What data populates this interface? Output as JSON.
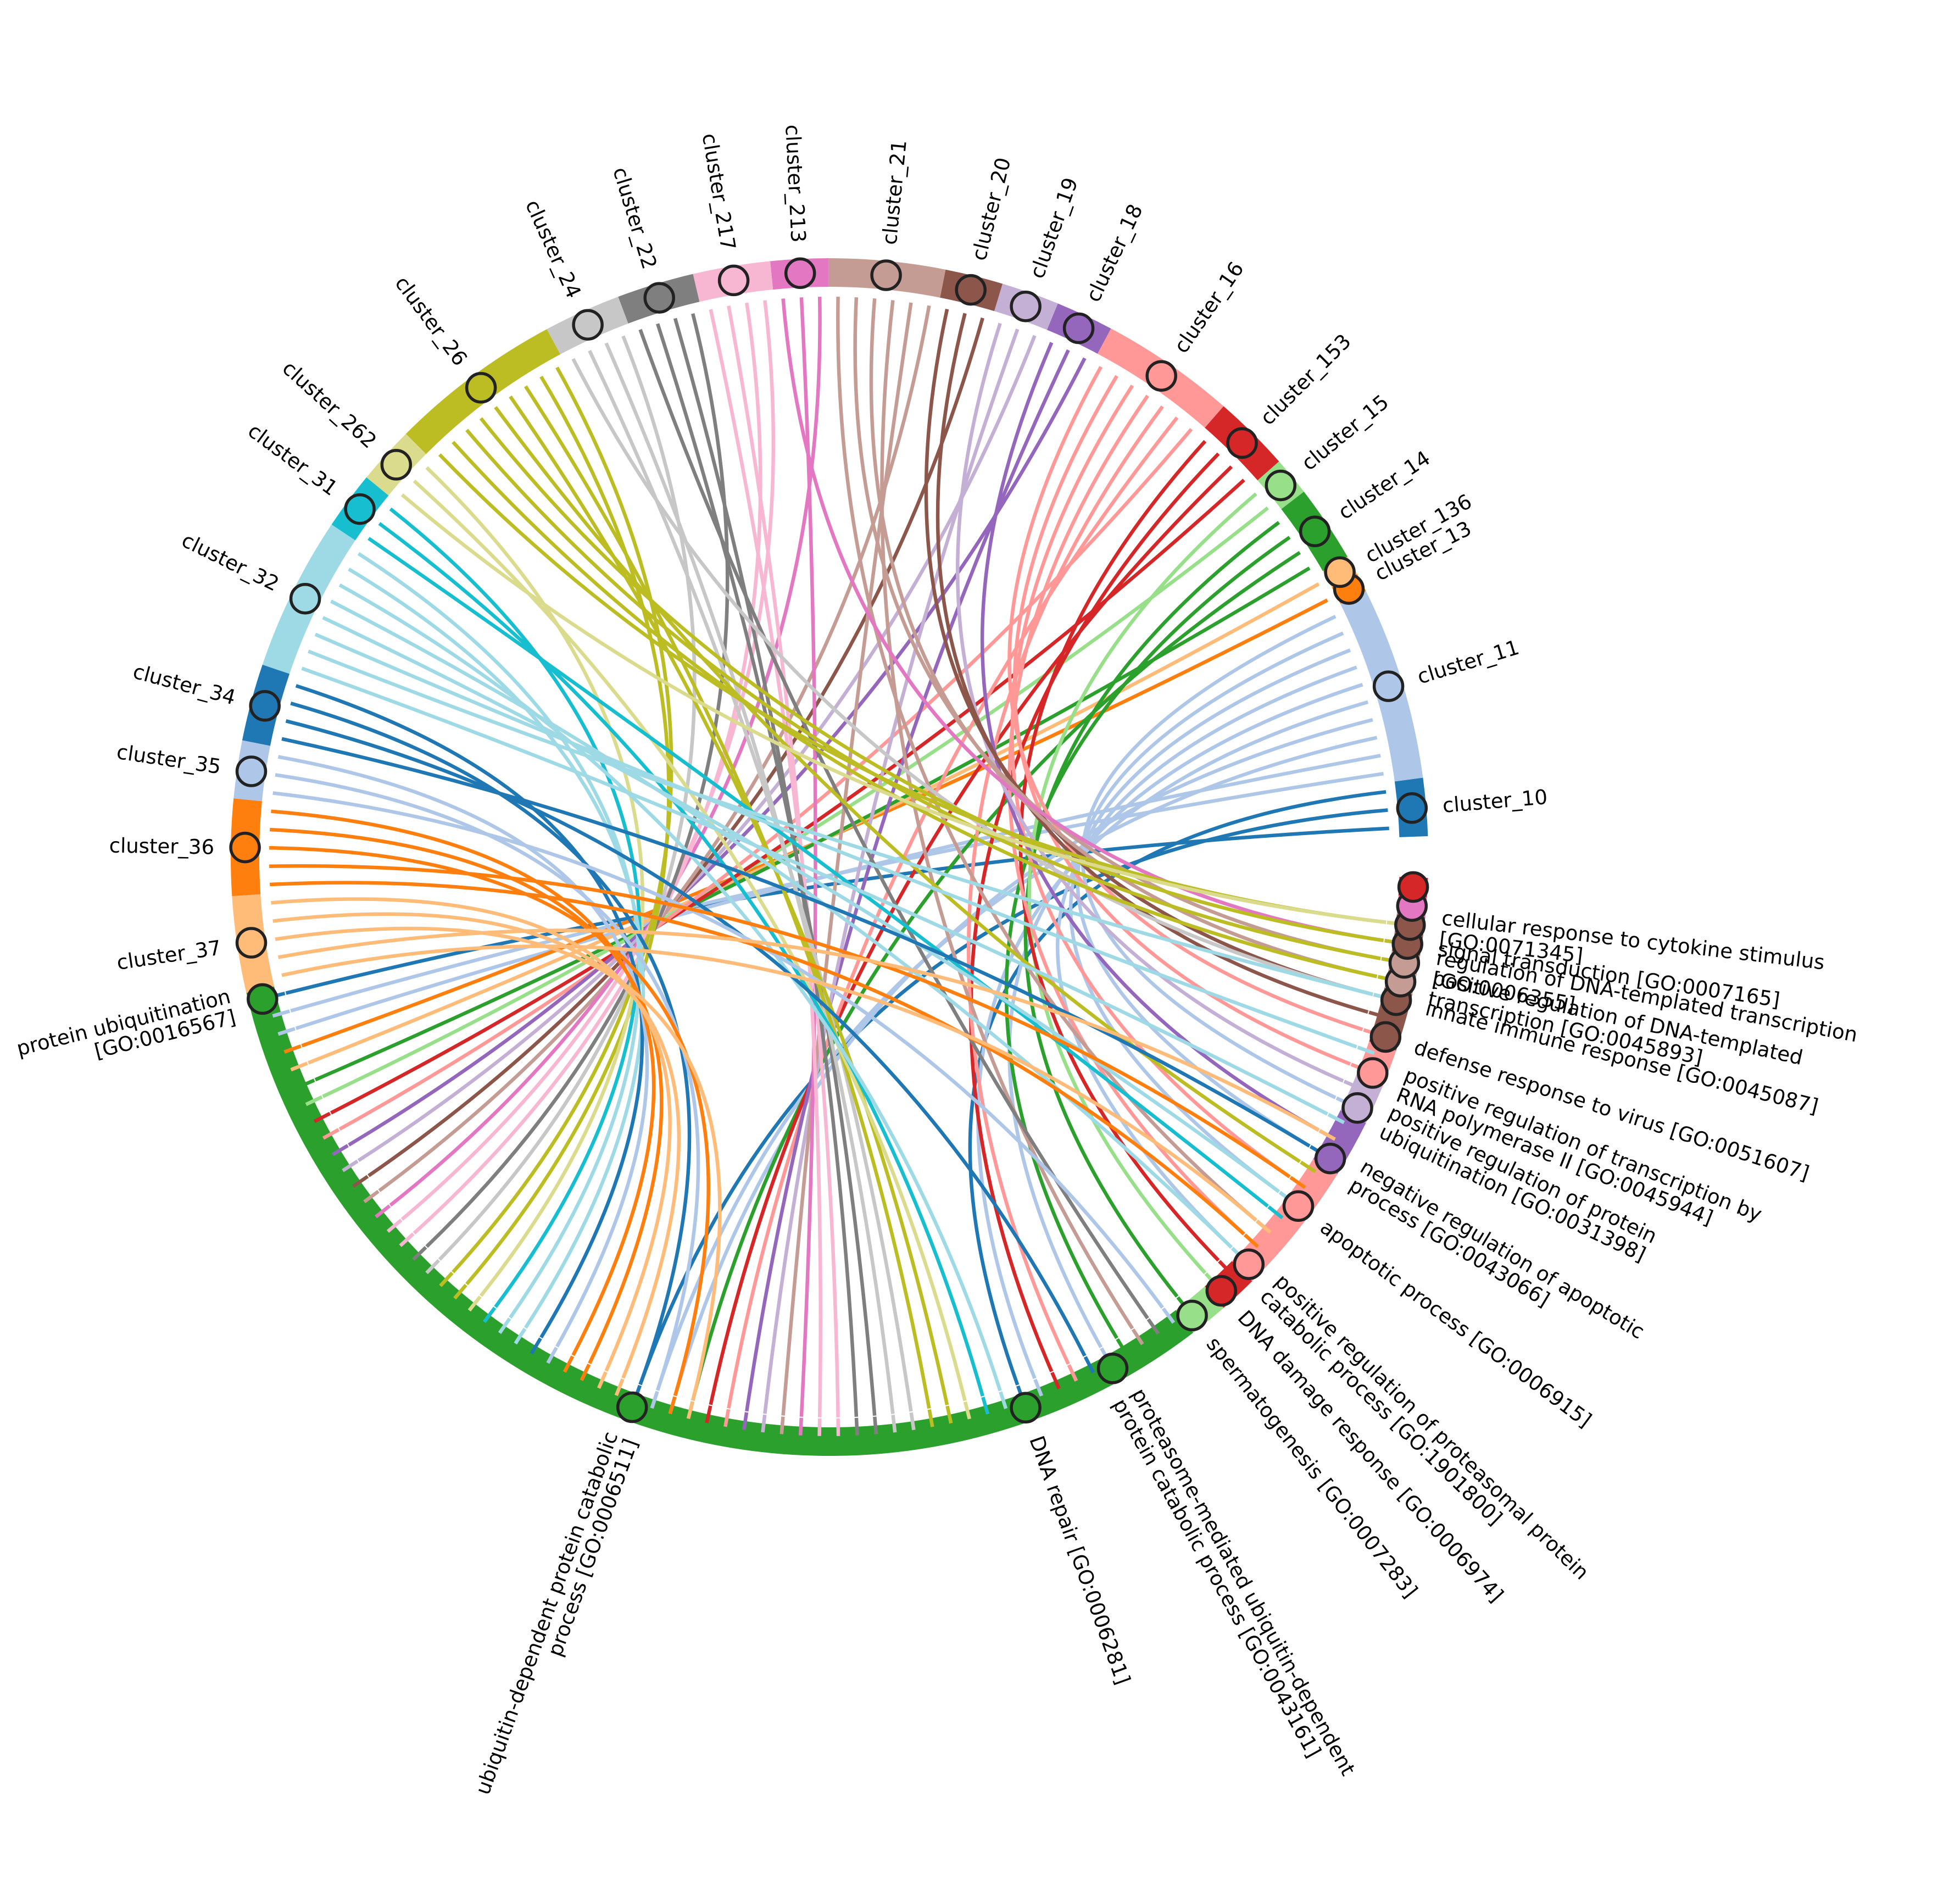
{
  "chart_data": {
    "type": "chord",
    "title": "",
    "source_side": "clusters",
    "target_side": "GO biological process terms",
    "clusters": [
      {
        "id": "cluster_10",
        "color": "#1f77b4",
        "deg": 3
      },
      {
        "id": "cluster_11",
        "color": "#aec7e8",
        "deg": 10
      },
      {
        "id": "cluster_13",
        "color": "#ff7f0e",
        "deg": 1
      },
      {
        "id": "cluster_136",
        "color": "#ffbb78",
        "deg": 1
      },
      {
        "id": "cluster_14",
        "color": "#2ca02c",
        "deg": 4
      },
      {
        "id": "cluster_15",
        "color": "#98df8a",
        "deg": 2
      },
      {
        "id": "cluster_153",
        "color": "#d62728",
        "deg": 4
      },
      {
        "id": "cluster_16",
        "color": "#ff9896",
        "deg": 7
      },
      {
        "id": "cluster_18",
        "color": "#9467bd",
        "deg": 3
      },
      {
        "id": "cluster_19",
        "color": "#c5b0d5",
        "deg": 3
      },
      {
        "id": "cluster_20",
        "color": "#8c564b",
        "deg": 3
      },
      {
        "id": "cluster_21",
        "color": "#c49c94",
        "deg": 6
      },
      {
        "id": "cluster_213",
        "color": "#e377c2",
        "deg": 3
      },
      {
        "id": "cluster_217",
        "color": "#f7b6d2",
        "deg": 4
      },
      {
        "id": "cluster_22",
        "color": "#7f7f7f",
        "deg": 4
      },
      {
        "id": "cluster_24",
        "color": "#c7c7c7",
        "deg": 4
      },
      {
        "id": "cluster_26",
        "color": "#bcbd22",
        "deg": 9
      },
      {
        "id": "cluster_262",
        "color": "#dbdb8d",
        "deg": 3
      },
      {
        "id": "cluster_31",
        "color": "#17becf",
        "deg": 3
      },
      {
        "id": "cluster_32",
        "color": "#9edae5",
        "deg": 8
      },
      {
        "id": "cluster_34",
        "color": "#1f77b4",
        "deg": 4
      },
      {
        "id": "cluster_35",
        "color": "#aec7e8",
        "deg": 3
      },
      {
        "id": "cluster_36",
        "color": "#ff7f0e",
        "deg": 5
      },
      {
        "id": "cluster_37",
        "color": "#ffbb78",
        "deg": 5
      }
    ],
    "terms": [
      {
        "id": "protein ubiquitination\n[GO:0016567]",
        "color": "#2ca02c",
        "deg": 30
      },
      {
        "id": "ubiquitin-dependent protein catabolic\nprocess [GO:0006511]",
        "color": "#2ca02c",
        "deg": 21
      },
      {
        "id": "DNA repair [GO:0006281]",
        "color": "#2ca02c",
        "deg": 5
      },
      {
        "id": "proteasome-mediated ubiquitin-dependent\nprotein catabolic process [GO:0043161]",
        "color": "#2ca02c",
        "deg": 5
      },
      {
        "id": "spermatogenesis [GO:0007283]",
        "color": "#98df8a",
        "deg": 2
      },
      {
        "id": "DNA damage response [GO:0006974]",
        "color": "#d62728",
        "deg": 2
      },
      {
        "id": "positive regulation of proteasomal protein\ncatabolic process [GO:1901800]",
        "color": "#ff9896",
        "deg": 4
      },
      {
        "id": "apoptotic process [GO:0006915]",
        "color": "#ff9896",
        "deg": 3
      },
      {
        "id": "negative regulation of apoptotic\nprocess [GO:0043066]",
        "color": "#9467bd",
        "deg": 3
      },
      {
        "id": "positive regulation of protein\nubiquitination [GO:0031398]",
        "color": "#c5b0d5",
        "deg": 2
      },
      {
        "id": "positive regulation of transcription by\nRNA polymerase II [GO:0045944]",
        "color": "#ff9896",
        "deg": 2
      },
      {
        "id": "defense response to virus [GO:0051607]",
        "color": "#8c564b",
        "deg": 2
      },
      {
        "id": "innate immune response [GO:0045087]",
        "color": "#8c564b",
        "deg": 1
      },
      {
        "id": "positive regulation of DNA-templated\ntranscription [GO:0045893]",
        "color": "#c49c94",
        "deg": 1
      },
      {
        "id": "regulation of DNA-templated transcription\n[GO:0006355]",
        "color": "#c49c94",
        "deg": 1
      },
      {
        "id": "signal transduction [GO:0007165]",
        "color": "#8c564b",
        "deg": 1
      },
      {
        "id": "cellular response to cytokine stimulus\n[GO:0071345]",
        "color": "#8c564b",
        "deg": 1
      },
      {
        "id": "",
        "color": "#e377c2",
        "deg": 1
      },
      {
        "id": "",
        "color": "#d62728",
        "deg": 1
      }
    ],
    "links": [
      [
        "cluster_10",
        "protein ubiquitination\n[GO:0016567]"
      ],
      [
        "cluster_10",
        "ubiquitin-dependent protein catabolic\nprocess [GO:0006511]"
      ],
      [
        "cluster_10",
        "DNA repair [GO:0006281]"
      ],
      [
        "cluster_11",
        "protein ubiquitination\n[GO:0016567]"
      ],
      [
        "cluster_11",
        "protein ubiquitination\n[GO:0016567]"
      ],
      [
        "cluster_11",
        "ubiquitin-dependent protein catabolic\nprocess [GO:0006511]"
      ],
      [
        "cluster_11",
        "ubiquitin-dependent protein catabolic\nprocess [GO:0006511]"
      ],
      [
        "cluster_11",
        "DNA repair [GO:0006281]"
      ],
      [
        "cluster_11",
        "proteasome-mediated ubiquitin-dependent\nprotein catabolic process [GO:0043161]"
      ],
      [
        "cluster_11",
        "positive regulation of proteasomal protein\ncatabolic process [GO:1901800]"
      ],
      [
        "cluster_11",
        "apoptotic process [GO:0006915]"
      ],
      [
        "cluster_11",
        "negative regulation of apoptotic\nprocess [GO:0043066]"
      ],
      [
        "cluster_11",
        "positive regulation of protein\nubiquitination [GO:0031398]"
      ],
      [
        "cluster_13",
        "protein ubiquitination\n[GO:0016567]"
      ],
      [
        "cluster_136",
        "protein ubiquitination\n[GO:0016567]"
      ],
      [
        "cluster_14",
        "protein ubiquitination\n[GO:0016567]"
      ],
      [
        "cluster_14",
        "ubiquitin-dependent protein catabolic\nprocess [GO:0006511]"
      ],
      [
        "cluster_14",
        "proteasome-mediated ubiquitin-dependent\nprotein catabolic process [GO:0043161]"
      ],
      [
        "cluster_14",
        "spermatogenesis [GO:0007283]"
      ],
      [
        "cluster_15",
        "protein ubiquitination\n[GO:0016567]"
      ],
      [
        "cluster_15",
        "DNA damage response [GO:0006974]"
      ],
      [
        "cluster_153",
        "protein ubiquitination\n[GO:0016567]"
      ],
      [
        "cluster_153",
        "ubiquitin-dependent protein catabolic\nprocess [GO:0006511]"
      ],
      [
        "cluster_153",
        "DNA repair [GO:0006281]"
      ],
      [
        "cluster_153",
        "DNA damage response [GO:0006974]"
      ],
      [
        "cluster_16",
        "protein ubiquitination\n[GO:0016567]"
      ],
      [
        "cluster_16",
        "ubiquitin-dependent protein catabolic\nprocess [GO:0006511]"
      ],
      [
        "cluster_16",
        "DNA repair [GO:0006281]"
      ],
      [
        "cluster_16",
        "positive regulation of proteasomal protein\ncatabolic process [GO:1901800]"
      ],
      [
        "cluster_16",
        "apoptotic process [GO:0006915]"
      ],
      [
        "cluster_16",
        "positive regulation of transcription by\nRNA polymerase II [GO:0045944]"
      ],
      [
        "cluster_16",
        "defense response to virus [GO:0051607]"
      ],
      [
        "cluster_18",
        "protein ubiquitination\n[GO:0016567]"
      ],
      [
        "cluster_18",
        "ubiquitin-dependent protein catabolic\nprocess [GO:0006511]"
      ],
      [
        "cluster_18",
        "negative regulation of apoptotic\nprocess [GO:0043066]"
      ],
      [
        "cluster_19",
        "protein ubiquitination\n[GO:0016567]"
      ],
      [
        "cluster_19",
        "ubiquitin-dependent protein catabolic\nprocess [GO:0006511]"
      ],
      [
        "cluster_19",
        "positive regulation of protein\nubiquitination [GO:0031398]"
      ],
      [
        "cluster_20",
        "protein ubiquitination\n[GO:0016567]"
      ],
      [
        "cluster_20",
        "defense response to virus [GO:0051607]"
      ],
      [
        "cluster_20",
        "innate immune response [GO:0045087]"
      ],
      [
        "cluster_21",
        "protein ubiquitination\n[GO:0016567]"
      ],
      [
        "cluster_21",
        "ubiquitin-dependent protein catabolic\nprocess [GO:0006511]"
      ],
      [
        "cluster_21",
        "proteasome-mediated ubiquitin-dependent\nprotein catabolic process [GO:0043161]"
      ],
      [
        "cluster_21",
        "positive regulation of DNA-templated\ntranscription [GO:0045893]"
      ],
      [
        "cluster_21",
        "regulation of DNA-templated transcription\n[GO:0006355]"
      ],
      [
        "cluster_21",
        "positive regulation of proteasomal protein\ncatabolic process [GO:1901800]"
      ],
      [
        "cluster_213",
        "protein ubiquitination\n[GO:0016567]"
      ],
      [
        "cluster_213",
        "ubiquitin-dependent protein catabolic\nprocess [GO:0006511]"
      ],
      [
        "cluster_213",
        "signal transduction [GO:0007165]"
      ],
      [
        "cluster_217",
        "protein ubiquitination\n[GO:0016567]"
      ],
      [
        "cluster_217",
        "protein ubiquitination\n[GO:0016567]"
      ],
      [
        "cluster_217",
        "ubiquitin-dependent protein catabolic\nprocess [GO:0006511]"
      ],
      [
        "cluster_217",
        "ubiquitin-dependent protein catabolic\nprocess [GO:0006511]"
      ],
      [
        "cluster_22",
        "protein ubiquitination\n[GO:0016567]"
      ],
      [
        "cluster_22",
        "ubiquitin-dependent protein catabolic\nprocess [GO:0006511]"
      ],
      [
        "cluster_22",
        "ubiquitin-dependent protein catabolic\nprocess [GO:0006511]"
      ],
      [
        "cluster_22",
        "proteasome-mediated ubiquitin-dependent\nprotein catabolic process [GO:0043161]"
      ],
      [
        "cluster_24",
        "protein ubiquitination\n[GO:0016567]"
      ],
      [
        "cluster_24",
        "ubiquitin-dependent protein catabolic\nprocess [GO:0006511]"
      ],
      [
        "cluster_24",
        "ubiquitin-dependent protein catabolic\nprocess [GO:0006511]"
      ],
      [
        "cluster_24",
        "innate immune response [GO:0045087]"
      ],
      [
        "cluster_26",
        "protein ubiquitination\n[GO:0016567]"
      ],
      [
        "cluster_26",
        "protein ubiquitination\n[GO:0016567]"
      ],
      [
        "cluster_26",
        "ubiquitin-dependent protein catabolic\nprocess [GO:0006511]"
      ],
      [
        "cluster_26",
        "ubiquitin-dependent protein catabolic\nprocess [GO:0006511]"
      ],
      [
        "cluster_26",
        "apoptotic process [GO:0006915]"
      ],
      [
        "cluster_26",
        "signal transduction [GO:0007165]"
      ],
      [
        "cluster_26",
        "regulation of DNA-templated transcription\n[GO:0006355]"
      ],
      [
        "cluster_26",
        "positive regulation of DNA-templated\ntranscription [GO:0045893]"
      ],
      [
        "cluster_26",
        "cellular response to cytokine stimulus\n[GO:0071345]"
      ],
      [
        "cluster_262",
        "protein ubiquitination\n[GO:0016567]"
      ],
      [
        "cluster_262",
        "ubiquitin-dependent protein catabolic\nprocess [GO:0006511]"
      ],
      [
        "cluster_262",
        "cellular response to cytokine stimulus\n[GO:0071345]"
      ],
      [
        "cluster_31",
        "protein ubiquitination\n[GO:0016567]"
      ],
      [
        "cluster_31",
        "ubiquitin-dependent protein catabolic\nprocess [GO:0006511]"
      ],
      [
        "cluster_31",
        "positive regulation of proteasomal protein\ncatabolic process [GO:1901800]"
      ],
      [
        "cluster_32",
        "protein ubiquitination\n[GO:0016567]"
      ],
      [
        "cluster_32",
        "protein ubiquitination\n[GO:0016567]"
      ],
      [
        "cluster_32",
        "ubiquitin-dependent protein catabolic\nprocess [GO:0006511]"
      ],
      [
        "cluster_32",
        "positive regulation of proteasomal protein\ncatabolic process [GO:1901800]"
      ],
      [
        "cluster_32",
        "apoptotic process [GO:0006915]"
      ],
      [
        "cluster_32",
        "positive regulation of transcription by\nRNA polymerase II [GO:0045944]"
      ],
      [
        "cluster_32",
        "innate immune response [GO:0045087]"
      ],
      [
        "cluster_32",
        "negative regulation of apoptotic\nprocess [GO:0043066]"
      ],
      [
        "cluster_34",
        "protein ubiquitination\n[GO:0016567]"
      ],
      [
        "cluster_34",
        "ubiquitin-dependent protein catabolic\nprocess [GO:0006511]"
      ],
      [
        "cluster_34",
        "DNA repair [GO:0006281]"
      ],
      [
        "cluster_34",
        "negative regulation of apoptotic\nprocess [GO:0043066]"
      ],
      [
        "cluster_35",
        "protein ubiquitination\n[GO:0016567]"
      ],
      [
        "cluster_35",
        "ubiquitin-dependent protein catabolic\nprocess [GO:0006511]"
      ],
      [
        "cluster_35",
        "proteasome-mediated ubiquitin-dependent\nprotein catabolic process [GO:0043161]"
      ],
      [
        "cluster_36",
        "protein ubiquitination\n[GO:0016567]"
      ],
      [
        "cluster_36",
        "protein ubiquitination\n[GO:0016567]"
      ],
      [
        "cluster_36",
        "ubiquitin-dependent protein catabolic\nprocess [GO:0006511]"
      ],
      [
        "cluster_36",
        "apoptotic process [GO:0006915]"
      ],
      [
        "cluster_36",
        "positive regulation of proteasomal protein\ncatabolic process [GO:1901800]"
      ],
      [
        "cluster_37",
        "protein ubiquitination\n[GO:0016567]"
      ],
      [
        "cluster_37",
        "protein ubiquitination\n[GO:0016567]"
      ],
      [
        "cluster_37",
        "ubiquitin-dependent protein catabolic\nprocess [GO:0006511]"
      ],
      [
        "cluster_37",
        "negative regulation of apoptotic\nprocess [GO:0043066]"
      ],
      [
        "cluster_37",
        "positive regulation of proteasomal protein\ncatabolic process [GO:1901800]"
      ]
    ],
    "legend": "none",
    "grid": false
  }
}
